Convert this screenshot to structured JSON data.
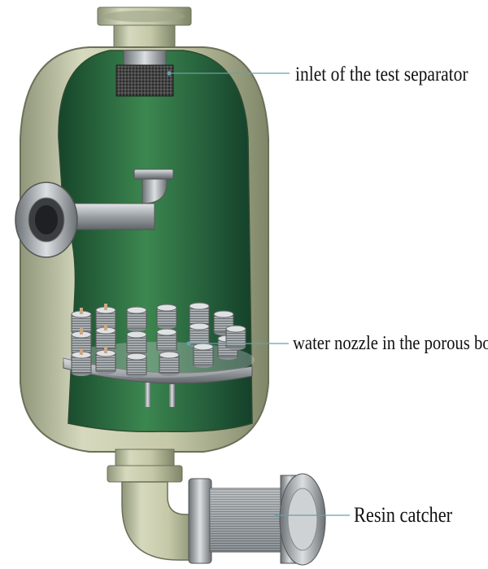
{
  "labels": {
    "inlet": "inlet of the test separator",
    "water_nozzle": "water nozzle in the porous board",
    "resin_catcher": "Resin catcher"
  },
  "colors": {
    "shell": "#c9ccae",
    "shell_shadow": "#8e9478",
    "interior": "#1f5a32",
    "interior_light": "#3f8a4f",
    "steel": "#b8bcc0",
    "steel_dark": "#6e7478",
    "leader": "#6aa0a8"
  }
}
